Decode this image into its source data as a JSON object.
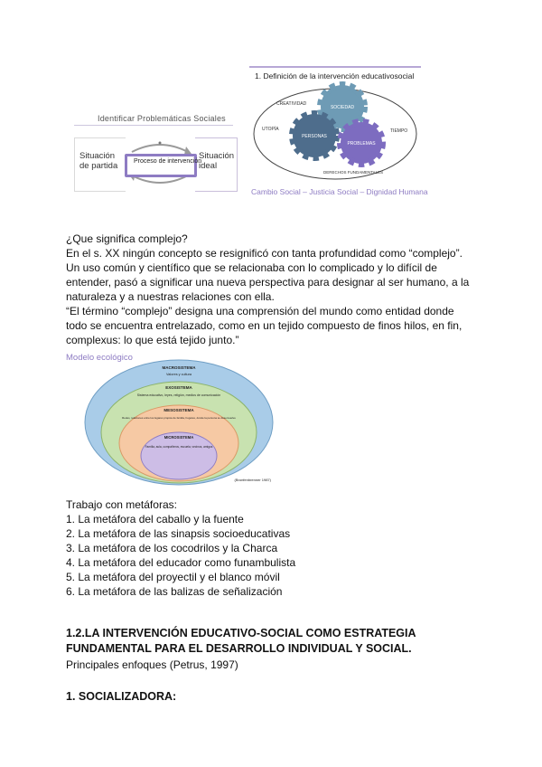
{
  "diagram1": {
    "title": "Identificar Problemáticas Sociales",
    "left_label": "Situación de partida",
    "center_label": "Proceso de intervención",
    "right_label": "Situación ideal"
  },
  "diagram2": {
    "title": "1. Definición de la intervención educativosocial",
    "gear_labels": [
      "SOCIEDAD",
      "PERSONAS",
      "PROBLEMAS"
    ],
    "around_labels": [
      "CREATIVIDAD",
      "UTOPÍA",
      "TIEMPO",
      "DERECHOS FUNDAMENTALES"
    ],
    "footer": "Cambio Social – Justicia Social – Dignidad Humana"
  },
  "complejo": {
    "question": "¿Que significa complejo?",
    "lines": [
      "En el s. XX ningún concepto se resignificó con tanta profundidad como “complejo”.",
      "Un uso común y científico que se relacionaba con lo complicado y lo difícil de",
      "entender, pasó a significar una nueva perspectiva para designar al ser humano, a la",
      "naturaleza y  a nuestras relaciones con ella.",
      "“El término “complejo” designa una comprensión del mundo como entidad donde",
      "todo se encuentra entrelazado, como en un tejido compuesto de finos hilos, en fin,",
      "complexus: lo que está tejido junto.”"
    ]
  },
  "modelo": {
    "title": "Modelo ecológico",
    "levels": [
      {
        "name": "MACROSISTEMA",
        "desc": "Valores y cultura"
      },
      {
        "name": "EXOSISTEMA",
        "desc": "Sistema educativo, leyes, religión, medios de comunicación"
      },
      {
        "name": "MESOSISTEMA",
        "desc": "Redes, relaciones entre los lugares propios de familia, hogares, donde la persona se desenvuelve"
      },
      {
        "name": "MICROSISTEMA",
        "desc": "Familia, aula, compañeros, escuela, vecinos, amigos"
      }
    ],
    "source": "(Bronfenbrenner 1987)"
  },
  "metaforas": {
    "title": "Trabajo con metáforas:",
    "items": [
      "1. La metáfora del caballo y la fuente",
      "2. La metáfora de las sinapsis socioeducativas",
      "3. La metáfora de los cocodrilos y la Charca",
      "4. La metáfora del educador como funambulista",
      "5. La metáfora del proyectil y el blanco móvil",
      "6. La metáfora de las balizas de señalización"
    ]
  },
  "section": {
    "heading_line1": "1.2.LA INTERVENCIÓN EDUCATIVO-SOCIAL COMO ESTRATEGIA",
    "heading_line2": "FUNDAMENTAL PARA EL DESARROLLO INDIVIDUAL Y SOCIAL.",
    "subtitle": "Principales enfoques (Petrus, 1997)",
    "subheading": "1. SOCIALIZADORA:"
  },
  "colors": {
    "purple": "#8e7cc3",
    "gear_teal": "#6e9bb5",
    "gear_dark": "#4e6d8c",
    "gear_violet": "#7d6cc0",
    "eco_blue": "#a9cce8",
    "eco_green": "#c8e2b0",
    "eco_peach": "#f6c9a4",
    "eco_lilac": "#cdbde6"
  }
}
